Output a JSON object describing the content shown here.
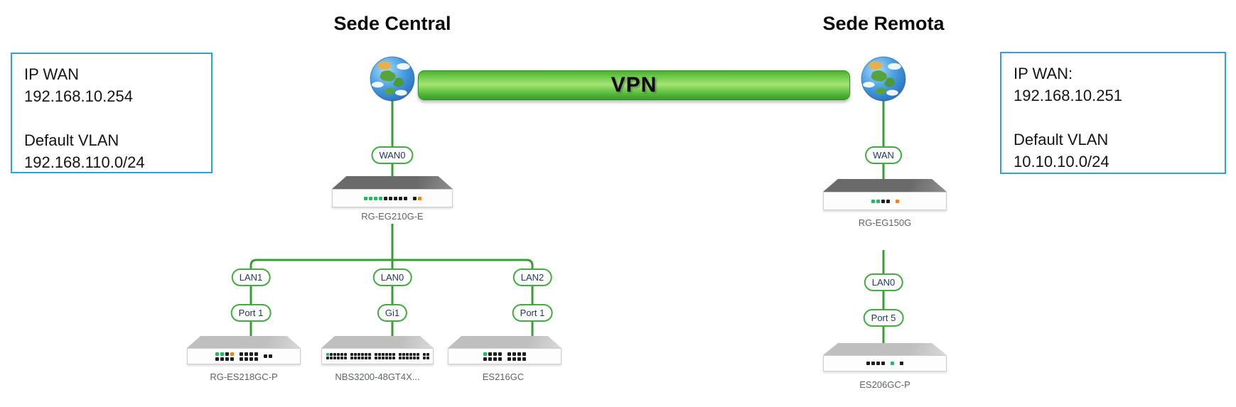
{
  "sites": {
    "central": {
      "title": "Sede Central"
    },
    "remote": {
      "title": "Sede Remota"
    }
  },
  "vpn": {
    "label": "VPN"
  },
  "info_boxes": {
    "central": {
      "lines": [
        "IP WAN",
        "192.168.10.254",
        "",
        "Default VLAN",
        "192.168.110.0/24"
      ]
    },
    "remote": {
      "lines": [
        "IP WAN:",
        "192.168.10.251",
        "",
        "Default VLAN",
        "10.10.10.0/24"
      ]
    }
  },
  "ports": {
    "central_wan": "WAN0",
    "remote_wan": "WAN",
    "lan1": "LAN1",
    "lan0": "LAN0",
    "lan2": "LAN2",
    "port1_left": "Port 1",
    "gi1": "Gi1",
    "port1_right": "Port 1",
    "remote_lan0": "LAN0",
    "remote_port5": "Port 5"
  },
  "devices": {
    "central_router": {
      "label": "RG-EG210G-E",
      "kind": "router",
      "leds": [
        [
          "ggggbbbbb"
        ],
        [
          "bo"
        ]
      ]
    },
    "switch_es218": {
      "label": "RG-ES218GC-P",
      "kind": "switch",
      "leds": [
        [
          "ggbo",
          "bbbb"
        ],
        [
          "bbbb",
          "bbbb"
        ],
        [
          "bb"
        ]
      ]
    },
    "switch_nbs3200": {
      "label": "NBS3200-48GT4X...",
      "kind": "switch",
      "leds": [
        [
          "gbbbbb",
          "bbbbbb"
        ],
        [
          "bbbbbb",
          "bbbbbb"
        ],
        [
          "bbbbbb",
          "bbbbbb"
        ],
        [
          "bbbbbb",
          "bbbbbb"
        ],
        [
          "bb",
          "bb"
        ]
      ]
    },
    "switch_es216": {
      "label": "ES216GC",
      "kind": "switch",
      "leds": [
        [
          "gbbb",
          "bbbb"
        ],
        [
          "bbbb",
          "bbbb"
        ]
      ]
    },
    "remote_router": {
      "label": "RG-EG150G",
      "kind": "router",
      "leds": [
        [
          "ggbb"
        ],
        [
          "o"
        ]
      ]
    },
    "remote_switch": {
      "label": "ES206GC-P",
      "kind": "switch",
      "leds": [
        [
          "bbbb"
        ],
        [
          "g"
        ],
        [
          "b"
        ]
      ]
    }
  },
  "icons": {
    "central_internet": "globe-icon",
    "remote_internet": "globe-icon"
  },
  "colors": {
    "link_green": "#35a02f",
    "pill_border_green": "#43ab40",
    "pill_text_navy": "#1f3864",
    "vpn_bar_green": "#5cbf3e",
    "info_box_border_blue": "#2aa3dc",
    "led_green": "#1fbd5f",
    "led_orange": "#f08416",
    "led_black": "#1d1d1d",
    "device_label_gray": "#5f6368",
    "router_top_gray": "#6a6a6a",
    "switch_top_gray": "#bfbfbf"
  }
}
